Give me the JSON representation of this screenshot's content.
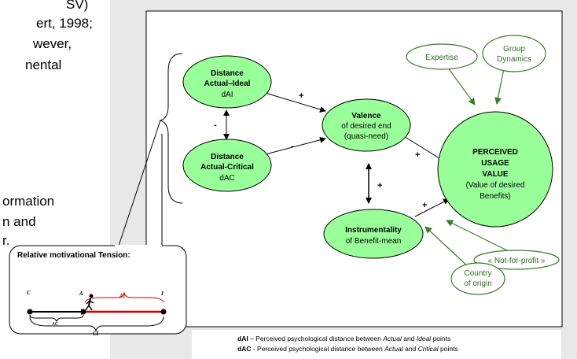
{
  "background_text": {
    "line1": "SV)",
    "line2": "ert, 1998;",
    "line3": "wever,",
    "line4": "nental",
    "line5": "ormation",
    "line6": "n and",
    "line7": "r."
  },
  "nodes": {
    "dai": {
      "line1": "Distance",
      "line2": "Actual–Ideal",
      "line3": "dAI"
    },
    "dac": {
      "line1": "Distance",
      "line2": "Actual-Critical",
      "line3": "dAC"
    },
    "valence": {
      "line1": "Valence",
      "line2": "of desired end",
      "line3": "(quasi-need)"
    },
    "instrumentality": {
      "line1": "Instrumentality",
      "line2": "of Benefit-mean"
    },
    "puv": {
      "line1": "PERCEIVED",
      "line2": "USAGE",
      "line3": "VALUE",
      "line4": "(Value of desired",
      "line5": "Benefits)"
    },
    "expertise": {
      "label": "Expertise"
    },
    "group_dynamics": {
      "line1": "Group",
      "line2": "Dynamics"
    },
    "not_for_profit": {
      "label": "« Not-for-profit »"
    },
    "country": {
      "line1": "Country",
      "line2": "of origin"
    }
  },
  "signs": {
    "dai_valence": "+",
    "dai_dac": "-",
    "dac_valence": "-",
    "valence_puv": "+",
    "valence_instr": "+",
    "instr_puv": "+"
  },
  "callout": {
    "title": "Relative motivational Tension:",
    "c": "C",
    "a": "A",
    "ai": "AI",
    "i": "I",
    "ac": "AC",
    "ci": "CI"
  },
  "legend": {
    "dai_abbr": "dAI",
    "dai_pre": " – Perceived psychological distance between ",
    "dai_actual": "Actual",
    "dai_mid": " and ",
    "dai_ideal": "Ideal",
    "dai_post": " points",
    "dac_abbr": "dAC",
    "dac_pre": " - Perceived psychological distance between ",
    "dac_actual": "Actual",
    "dac_mid": " and ",
    "dac_critical": "Critical",
    "dac_post": " points"
  },
  "colors": {
    "node_fill": "#99ff99",
    "ext_stroke": "#3a7d2a",
    "ext_text": "#2e6b1f",
    "callout_red": "#cc0000",
    "bg": "#ffffff",
    "panel": "#e8e8e8"
  }
}
